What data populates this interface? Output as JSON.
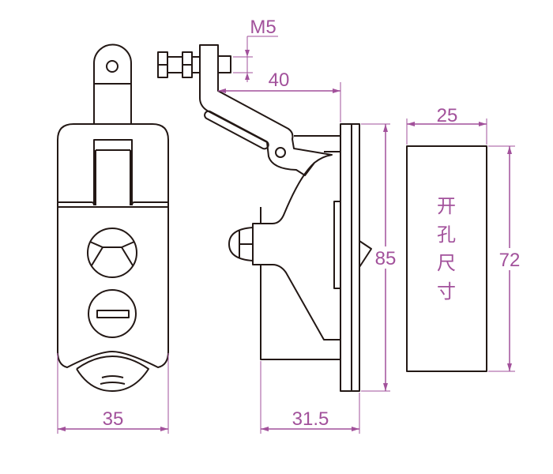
{
  "drawing": {
    "dimensions": {
      "thread": "M5",
      "lever_reach": "40",
      "plate_height": "85",
      "cutout_width": "25",
      "cutout_height": "72",
      "body_width": "35",
      "body_depth": "31.5"
    },
    "cutout_label": [
      "开",
      "孔",
      "尺",
      "寸"
    ],
    "colors": {
      "outline": "#231815",
      "dimension": "#a2519b"
    }
  }
}
